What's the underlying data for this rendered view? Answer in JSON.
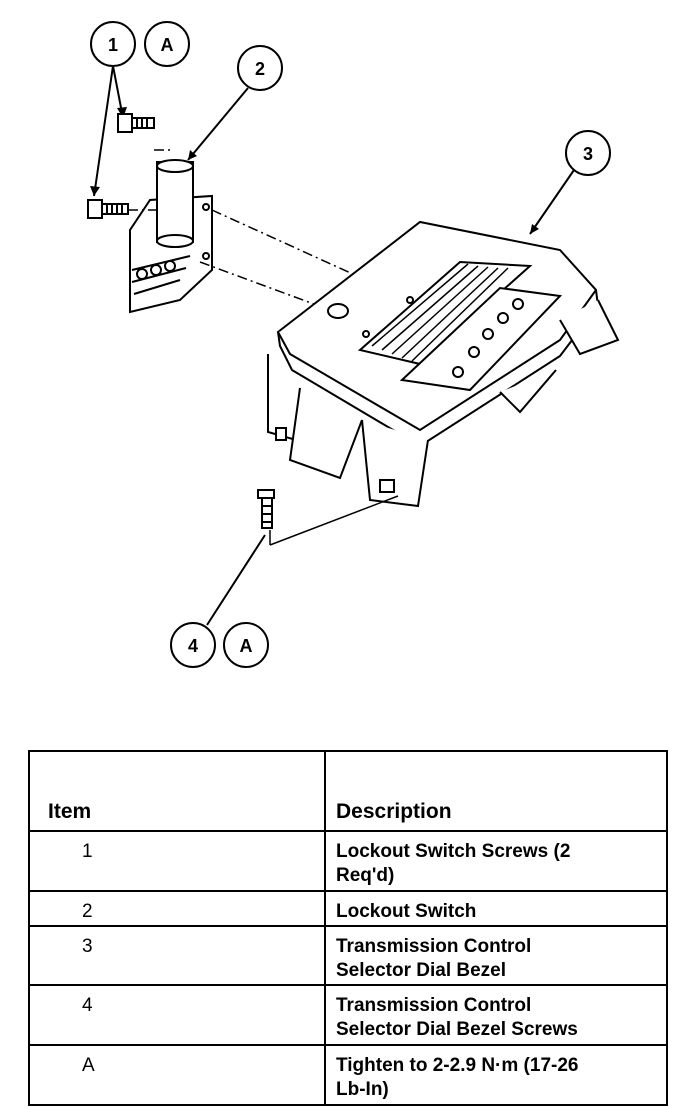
{
  "callouts": [
    {
      "number": "1",
      "letter": "A"
    },
    {
      "number": "2"
    },
    {
      "number": "3"
    },
    {
      "number": "4",
      "letter": "A"
    }
  ],
  "table": {
    "headers": {
      "item": "Item",
      "description": "Description"
    },
    "rows": [
      {
        "item": "1",
        "description": "Lockout Switch Screws (2 Req'd)",
        "lines": [
          "Lockout Switch Screws (2",
          "Req'd)"
        ]
      },
      {
        "item": "2",
        "description": "Lockout Switch",
        "lines": [
          "Lockout Switch"
        ]
      },
      {
        "item": "3",
        "description": "Transmission Control Selector Dial Bezel",
        "lines": [
          "Transmission Control",
          "Selector Dial Bezel"
        ]
      },
      {
        "item": "4",
        "description": "Transmission Control Selector Dial Bezel Screws",
        "lines": [
          "Transmission Control",
          "Selector Dial Bezel Screws"
        ]
      },
      {
        "item": "A",
        "description": "Tighten to 2-2.9 N·m (17-26 Lb-In)",
        "lines": [
          "Tighten to 2-2.9 N·m (17-26",
          "Lb-In)"
        ]
      }
    ]
  }
}
